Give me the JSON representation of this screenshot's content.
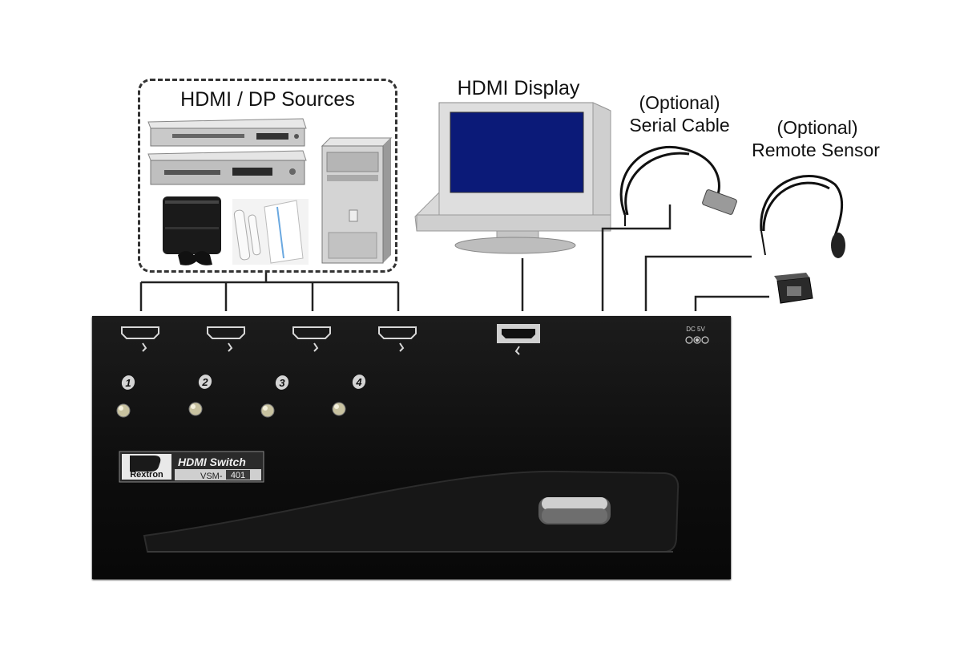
{
  "labels": {
    "sources_title": "HDMI / DP Sources",
    "display_title": "HDMI Display",
    "serial_line1": "(Optional)",
    "serial_line2": "Serial Cable",
    "remote_line1": "(Optional)",
    "remote_line2": "Remote Sensor"
  },
  "device": {
    "brand": "Rextron",
    "product": "HDMI Switch",
    "model_prefix": "VSM-",
    "model_number": "401",
    "power_label": "DC  5V",
    "port_numbers": [
      "1",
      "2",
      "3",
      "4"
    ]
  },
  "colors": {
    "screen_blue": "#0b1a78",
    "device_body": "#111111",
    "background": "#ffffff"
  }
}
